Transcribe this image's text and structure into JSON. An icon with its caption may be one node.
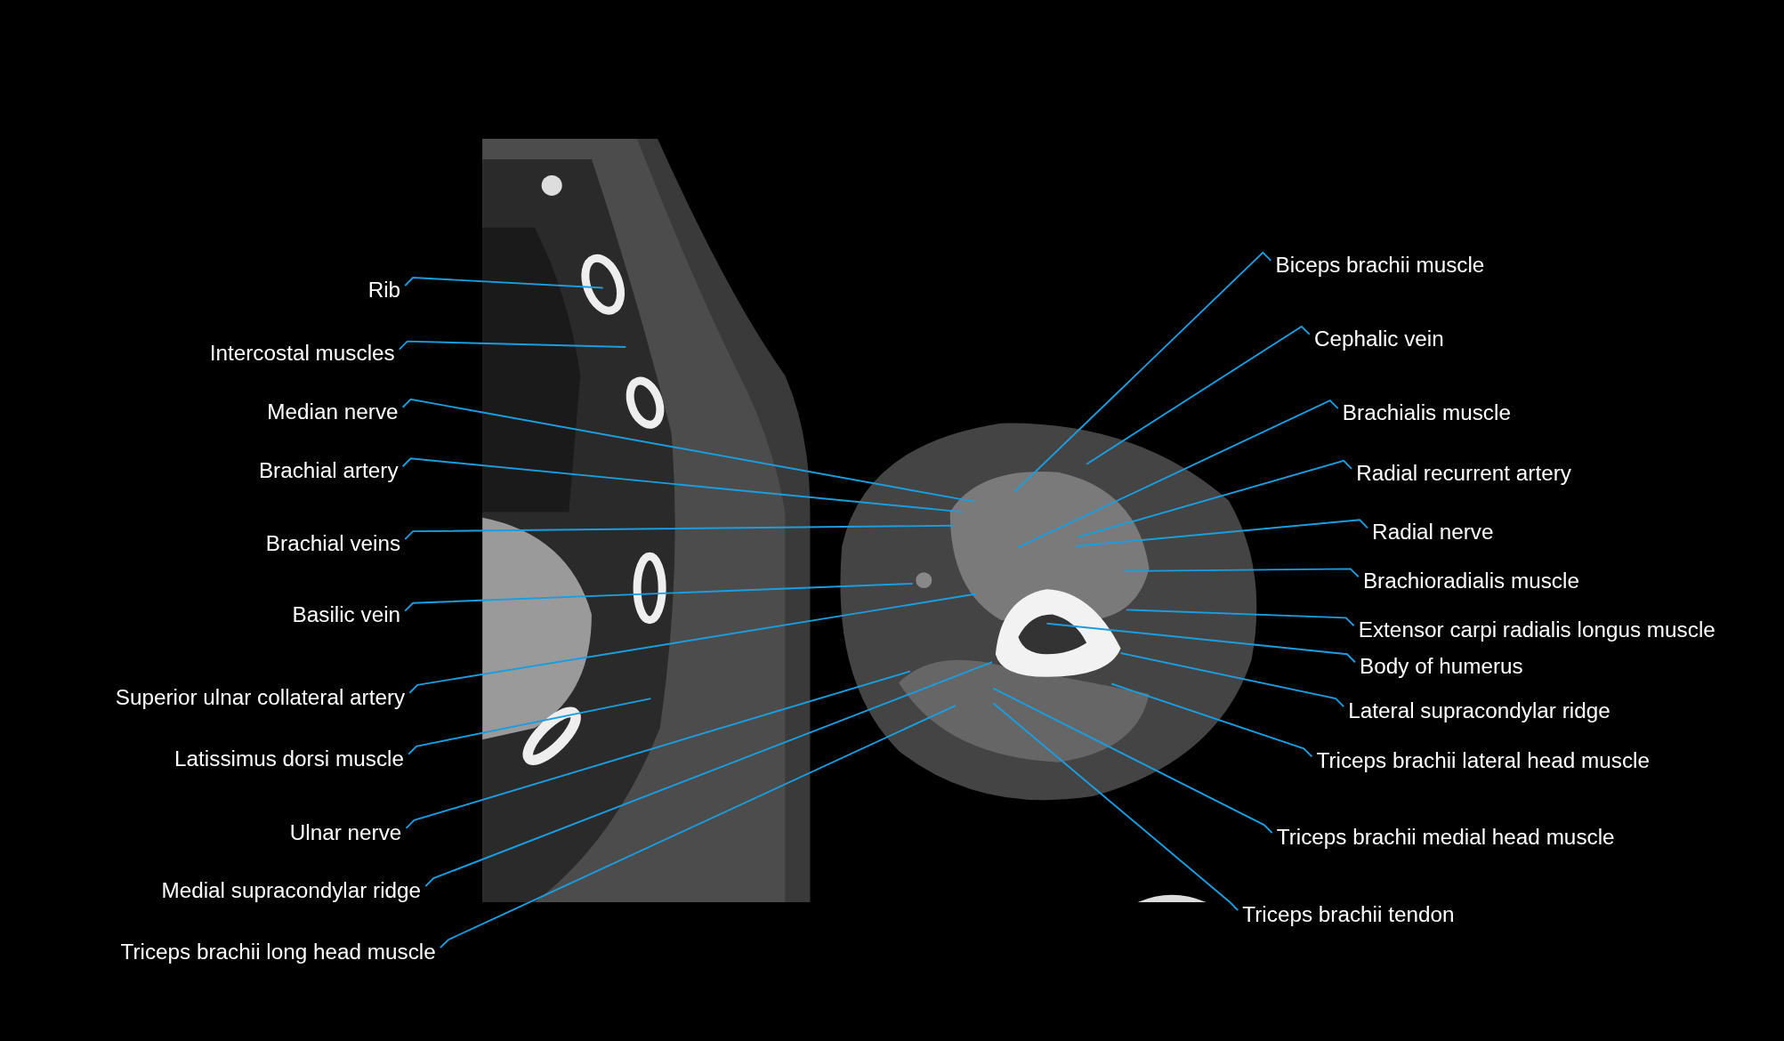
{
  "diagram": {
    "nodes": [
      {
        "text": [
          "Rib"
        ]
      },
      {
        "text": [
          "Intercostal muscles"
        ]
      },
      {
        "text": [
          "Median nerve"
        ]
      },
      {
        "text": [
          "Brachial artery"
        ]
      },
      {
        "text": [
          "Brachial veins"
        ]
      },
      {
        "text": [
          "Basilic vein"
        ]
      },
      {
        "text": [
          "Superior ulnar collateral artery"
        ]
      },
      {
        "text": [
          "Latissimus dorsi muscle"
        ]
      },
      {
        "text": [
          "Ulnar nerve"
        ]
      },
      {
        "text": [
          "Medial supracondylar ridge"
        ]
      },
      {
        "text": [
          "Triceps brachii long head muscle"
        ]
      },
      {
        "text": [
          "Biceps brachii muscle"
        ]
      },
      {
        "text": [
          "Cephalic vein"
        ]
      },
      {
        "text": [
          "Brachialis muscle"
        ]
      },
      {
        "text": [
          "Radial recurrent artery"
        ]
      },
      {
        "text": [
          "Radial nerve"
        ]
      },
      {
        "text": [
          "Brachioradialis muscle"
        ]
      },
      {
        "text": [
          "Extensor carpi radialis longus muscle"
        ]
      },
      {
        "text": [
          "Body of humerus"
        ]
      },
      {
        "text": [
          "Lateral supracondylar ridge"
        ]
      },
      {
        "text": [
          "Triceps brachii lateral head muscle"
        ]
      },
      {
        "text": [
          "Triceps brachii medial head muscle"
        ]
      },
      {
        "text": [
          "Triceps brachii tendon"
        ]
      }
    ],
    "edges": [
      {
        "from": 0,
        "to": null,
        "arrow": "none"
      },
      {
        "from": 1,
        "to": null,
        "arrow": "none"
      },
      {
        "from": 2,
        "to": null,
        "arrow": "none"
      },
      {
        "from": 3,
        "to": null,
        "arrow": "none"
      },
      {
        "from": 4,
        "to": null,
        "arrow": "none"
      },
      {
        "from": 5,
        "to": null,
        "arrow": "none"
      },
      {
        "from": 6,
        "to": null,
        "arrow": "none"
      },
      {
        "from": 7,
        "to": null,
        "arrow": "none"
      },
      {
        "from": 8,
        "to": null,
        "arrow": "none"
      },
      {
        "from": 9,
        "to": null,
        "arrow": "none"
      },
      {
        "from": 10,
        "to": null,
        "arrow": "none"
      },
      {
        "from": 11,
        "to": null,
        "arrow": "none"
      },
      {
        "from": 12,
        "to": null,
        "arrow": "none"
      },
      {
        "from": 13,
        "to": null,
        "arrow": "none"
      },
      {
        "from": 14,
        "to": null,
        "arrow": "none"
      },
      {
        "from": 15,
        "to": null,
        "arrow": "none"
      },
      {
        "from": 16,
        "to": null,
        "arrow": "none"
      },
      {
        "from": 17,
        "to": null,
        "arrow": "none"
      },
      {
        "from": 18,
        "to": null,
        "arrow": "none"
      },
      {
        "from": 19,
        "to": null,
        "arrow": "none"
      },
      {
        "from": 20,
        "to": null,
        "arrow": "none"
      },
      {
        "from": 21,
        "to": null,
        "arrow": "none"
      },
      {
        "from": 22,
        "to": null,
        "arrow": "none"
      }
    ]
  }
}
